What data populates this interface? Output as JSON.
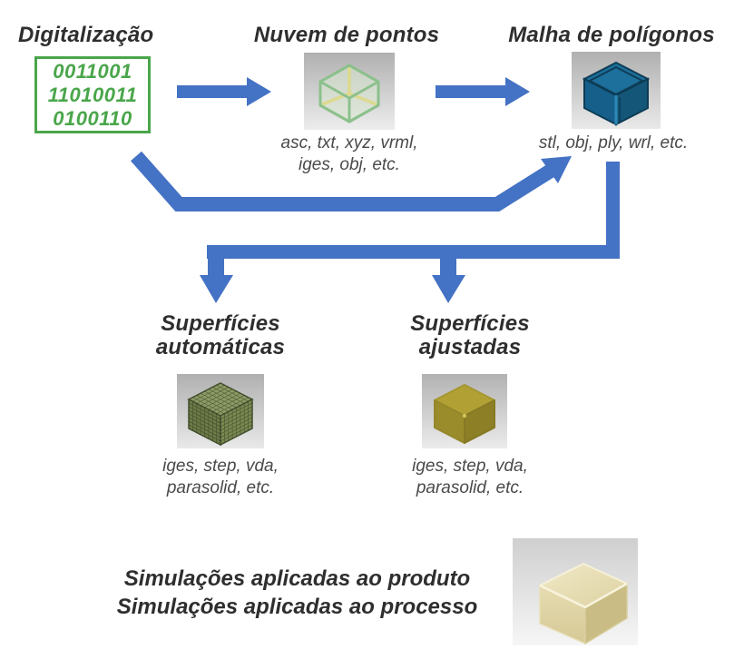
{
  "colors": {
    "arrow_blue": "#4472c4",
    "binary_green": "#4aa64a",
    "title_dark": "#2e2e2e",
    "formats_gray": "#4a4a4a"
  },
  "nodes": {
    "digitalizacao": {
      "title": "Digitalização",
      "binary": [
        "0011001",
        "11010011",
        "0100110"
      ]
    },
    "nuvem": {
      "title": "Nuvem de pontos",
      "icon": "point-cloud-cube-icon",
      "formats": [
        "asc, txt, xyz, vrml,",
        "iges, obj, etc."
      ]
    },
    "malha": {
      "title": "Malha de polígonos",
      "icon": "polygon-mesh-cube-icon",
      "formats": [
        "stl, obj, ply, wrl, etc."
      ]
    },
    "sup_auto": {
      "title": [
        "Superfícies",
        "automáticas"
      ],
      "icon": "gridded-surface-cube-icon",
      "formats": [
        "iges, step, vda,",
        "parasolid, etc."
      ]
    },
    "sup_ajust": {
      "title": [
        "Superfícies",
        "ajustadas"
      ],
      "icon": "fitted-surface-cube-icon",
      "formats": [
        "iges, step, vda,",
        "parasolid, etc."
      ]
    },
    "simulacoes": {
      "lines": [
        "Simulações aplicadas ao produto",
        "Simulações aplicadas ao processo"
      ],
      "icon": "gold-solid-cube-icon"
    }
  },
  "arrows": [
    {
      "name": "arrow-digitalizacao-to-nuvem",
      "type": "right"
    },
    {
      "name": "arrow-nuvem-to-malha",
      "type": "right"
    },
    {
      "name": "arrow-digitalizacao-to-malha",
      "type": "bent-up-right"
    },
    {
      "name": "arrow-malha-to-superficies",
      "type": "branch-down",
      "branches": 2
    }
  ]
}
